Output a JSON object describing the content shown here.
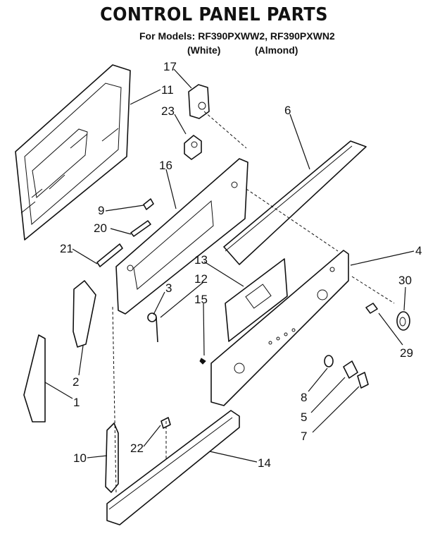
{
  "header": {
    "title": "CONTROL PANEL PARTS",
    "models_line": "For Models: RF390PXWW2, RF390PXWN2",
    "variant_white": "(White)",
    "variant_almond": "(Almond)"
  },
  "callouts": [
    "17",
    "11",
    "23",
    "6",
    "16",
    "9",
    "20",
    "21",
    "13",
    "12",
    "3",
    "15",
    "4",
    "30",
    "29",
    "2",
    "1",
    "8",
    "5",
    "7",
    "10",
    "22",
    "14"
  ]
}
